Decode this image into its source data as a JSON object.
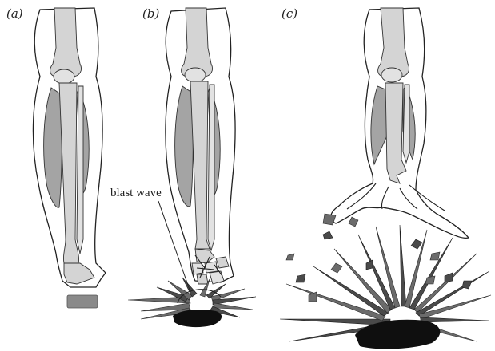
{
  "panels": [
    {
      "label": "(a)"
    },
    {
      "label": "(b)"
    },
    {
      "label": "(c)"
    }
  ],
  "annotation": {
    "text": "blast wave"
  }
}
